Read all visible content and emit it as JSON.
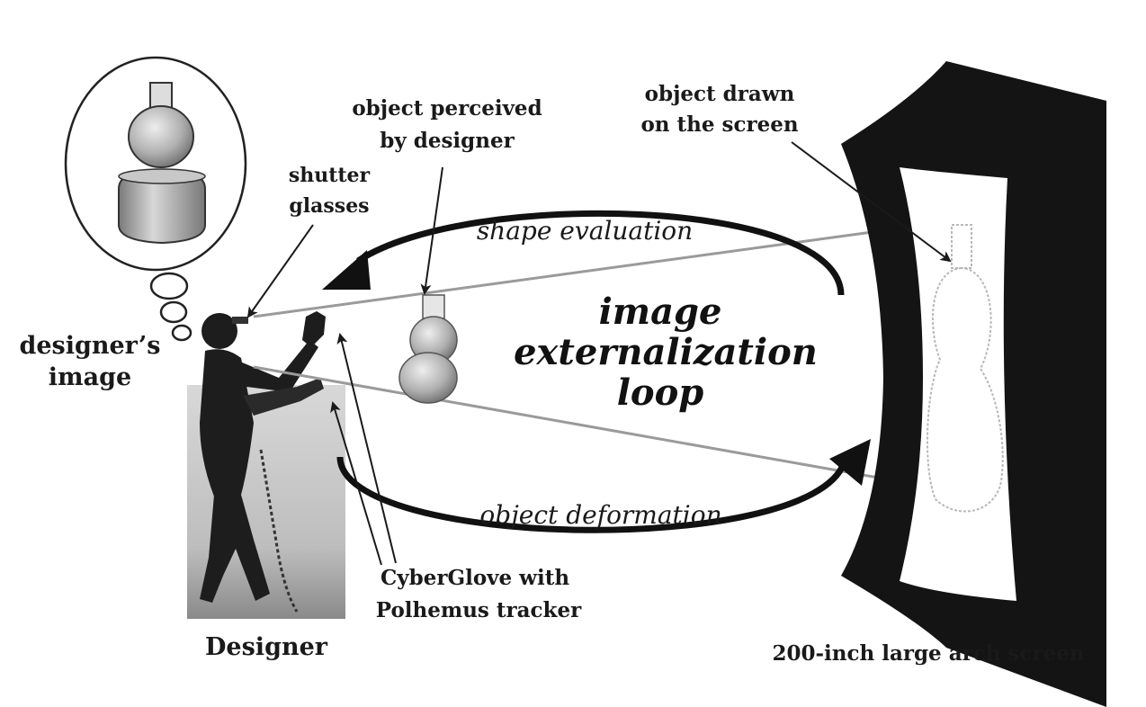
{
  "labels": {
    "object_drawn_line1": "object drawn",
    "object_drawn_line2": "on the screen",
    "object_perceived_line1": "object perceived",
    "object_perceived_line2": "by designer",
    "shutter_line1": "shutter",
    "shutter_line2": "glasses",
    "designers_image_line1": "designer’s",
    "designers_image_line2": "image",
    "cyberglove_line1": "CyberGlove with",
    "cyberglove_line2": "Polhemus tracker",
    "designer": "Designer",
    "screen": "200-inch large arch screen"
  },
  "loop": {
    "shape_evaluation": "shape evaluation",
    "object_deformation": "object deformation",
    "title_line1": "image",
    "title_line2": "externalization",
    "title_line3": "loop"
  },
  "colors": {
    "ink": "#1a1a1a",
    "screen": "#141414",
    "ray": "#9a9a9a",
    "gourd": "#b5b5b5"
  }
}
